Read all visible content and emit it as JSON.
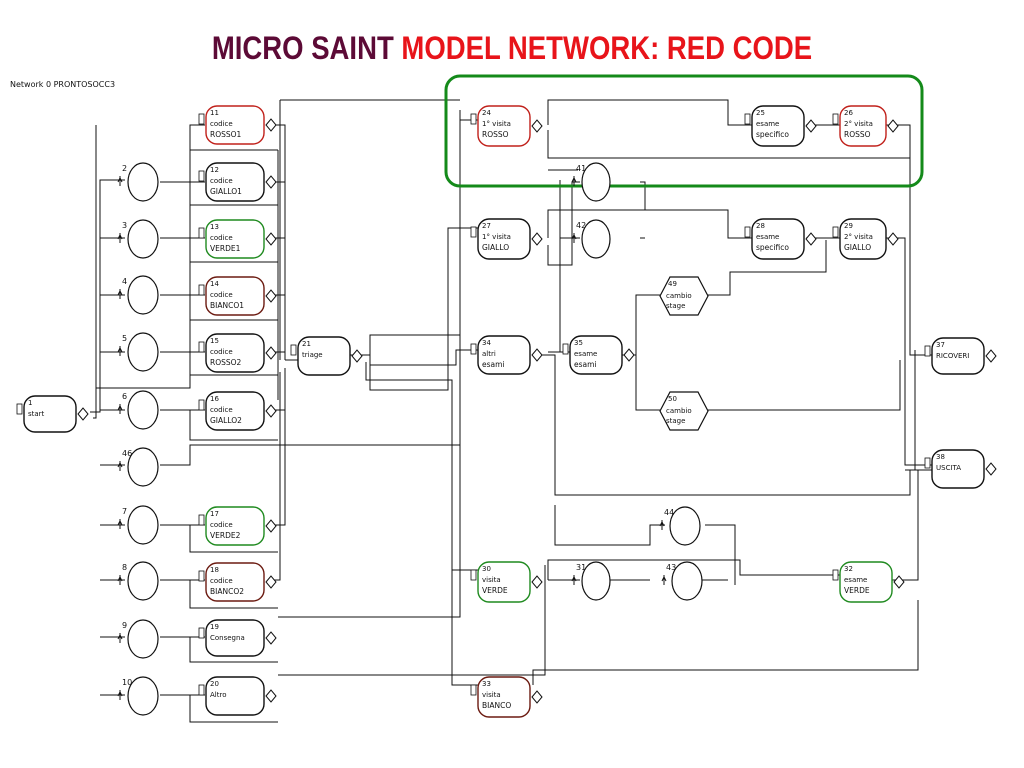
{
  "title": {
    "part1": "MICRO SAINT",
    "part2": "MODEL NETWORK: RED CODE"
  },
  "network_label": "Network 0 PRONTOSOCC3",
  "colors": {
    "title_dark": "#5c0a36",
    "title_red": "#e8141a",
    "highlight": "#148a1a",
    "red_node": "#c0201a",
    "green_node": "#1f8a1f",
    "dark_red_node": "#6b1a10"
  },
  "nodes": {
    "n1": {
      "id": "1",
      "l1": "start",
      "l2": ""
    },
    "n2": {
      "id": "2"
    },
    "n3": {
      "id": "3"
    },
    "n4": {
      "id": "4"
    },
    "n5": {
      "id": "5"
    },
    "n6": {
      "id": "6"
    },
    "n46": {
      "id": "46"
    },
    "n7": {
      "id": "7"
    },
    "n8": {
      "id": "8"
    },
    "n9": {
      "id": "9"
    },
    "n10": {
      "id": "10"
    },
    "n11": {
      "id": "11",
      "l1": "codice",
      "l2": "ROSSO1"
    },
    "n12": {
      "id": "12",
      "l1": "codice",
      "l2": "GIALLO1"
    },
    "n13": {
      "id": "13",
      "l1": "codice",
      "l2": "VERDE1"
    },
    "n14": {
      "id": "14",
      "l1": "codice",
      "l2": "BIANCO1"
    },
    "n15": {
      "id": "15",
      "l1": "codice",
      "l2": "ROSSO2"
    },
    "n16": {
      "id": "16",
      "l1": "codice",
      "l2": "GIALLO2"
    },
    "n17": {
      "id": "17",
      "l1": "codice",
      "l2": "VERDE2"
    },
    "n18": {
      "id": "18",
      "l1": "codice",
      "l2": "BIANCO2"
    },
    "n19": {
      "id": "19",
      "l1": "Consegna",
      "l2": ""
    },
    "n20": {
      "id": "20",
      "l1": "Altro",
      "l2": ""
    },
    "n21": {
      "id": "21",
      "l1": "triage",
      "l2": ""
    },
    "n24": {
      "id": "24",
      "l1": "1° visita",
      "l2": "ROSSO"
    },
    "n25": {
      "id": "25",
      "l1": "esame",
      "l2": "specifico"
    },
    "n26": {
      "id": "26",
      "l1": "2° visita",
      "l2": "ROSSO"
    },
    "n27": {
      "id": "27",
      "l1": "1° visita",
      "l2": "GIALLO"
    },
    "n28": {
      "id": "28",
      "l1": "esame",
      "l2": "specifico"
    },
    "n29": {
      "id": "29",
      "l1": "2° visita",
      "l2": "GIALLO"
    },
    "n34": {
      "id": "34",
      "l1": "altri",
      "l2": "esami"
    },
    "n35": {
      "id": "35",
      "l1": "esame",
      "l2": "esami"
    },
    "n49": {
      "id": "49",
      "l1": "cambio",
      "l2": "stage"
    },
    "n50": {
      "id": "50",
      "l1": "cambio",
      "l2": "stage"
    },
    "n30": {
      "id": "30",
      "l1": "visita",
      "l2": "VERDE"
    },
    "n31": {
      "id": "31"
    },
    "n41": {
      "id": "41"
    },
    "n42": {
      "id": "42"
    },
    "n43": {
      "id": "43"
    },
    "n44": {
      "id": "44"
    },
    "n32": {
      "id": "32",
      "l1": "esame",
      "l2": "VERDE"
    },
    "n33": {
      "id": "33",
      "l1": "visita",
      "l2": "BIANCO"
    },
    "n37": {
      "id": "37",
      "l1": "RICOVERI",
      "l2": ""
    },
    "n38": {
      "id": "38",
      "l1": "USCITA",
      "l2": ""
    }
  }
}
